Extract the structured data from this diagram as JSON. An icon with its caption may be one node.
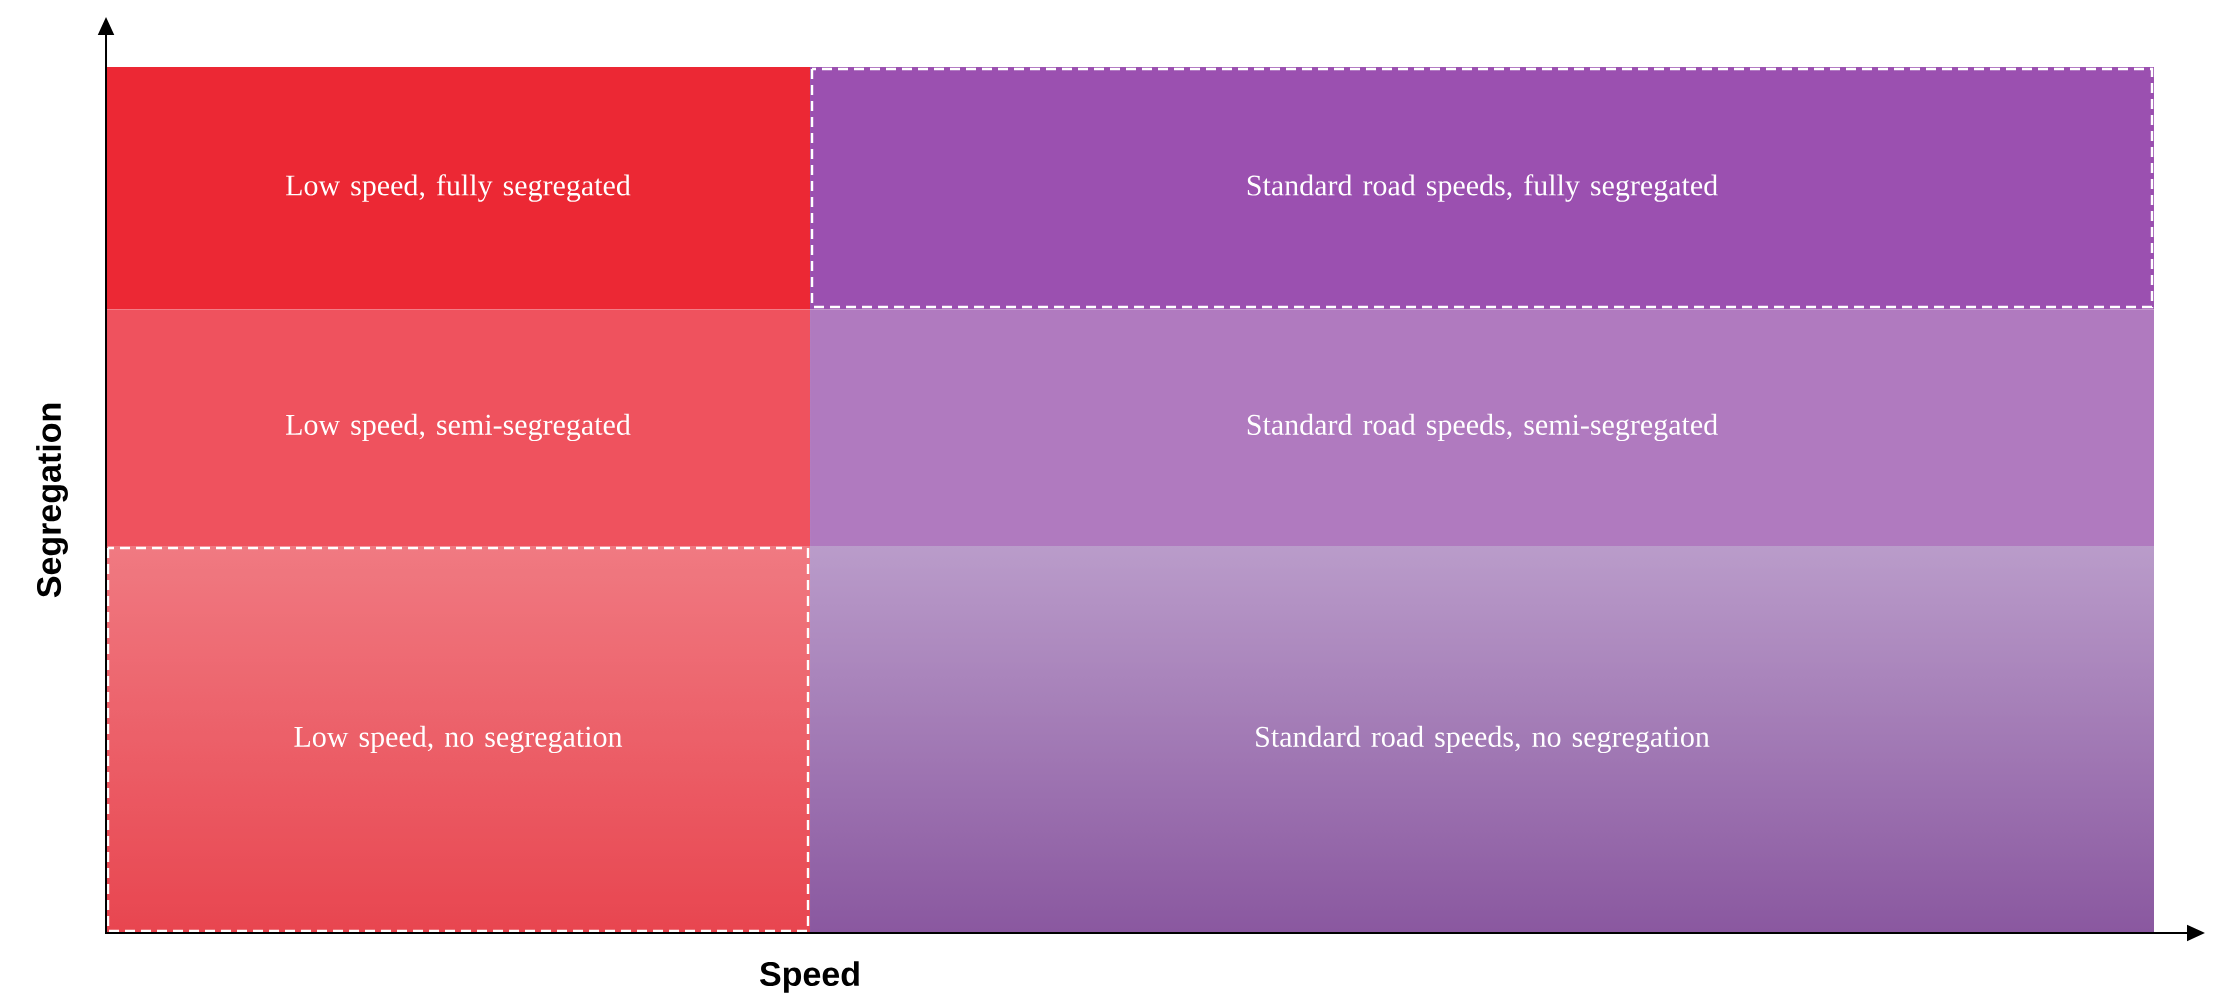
{
  "diagram": {
    "nodes": [
      {
        "text": [
          "Low speed, fully segregated"
        ]
      },
      {
        "text": [
          "Standard road speeds, fully segregated"
        ]
      },
      {
        "text": [
          "Low speed, semi-segregated"
        ]
      },
      {
        "text": [
          "Standard road speeds, semi-segregated"
        ]
      },
      {
        "text": [
          "Low speed, no segregation"
        ]
      },
      {
        "text": [
          "Standard road speeds, no segregation"
        ]
      }
    ],
    "labels": [
      "Segregation",
      "Speed"
    ]
  }
}
